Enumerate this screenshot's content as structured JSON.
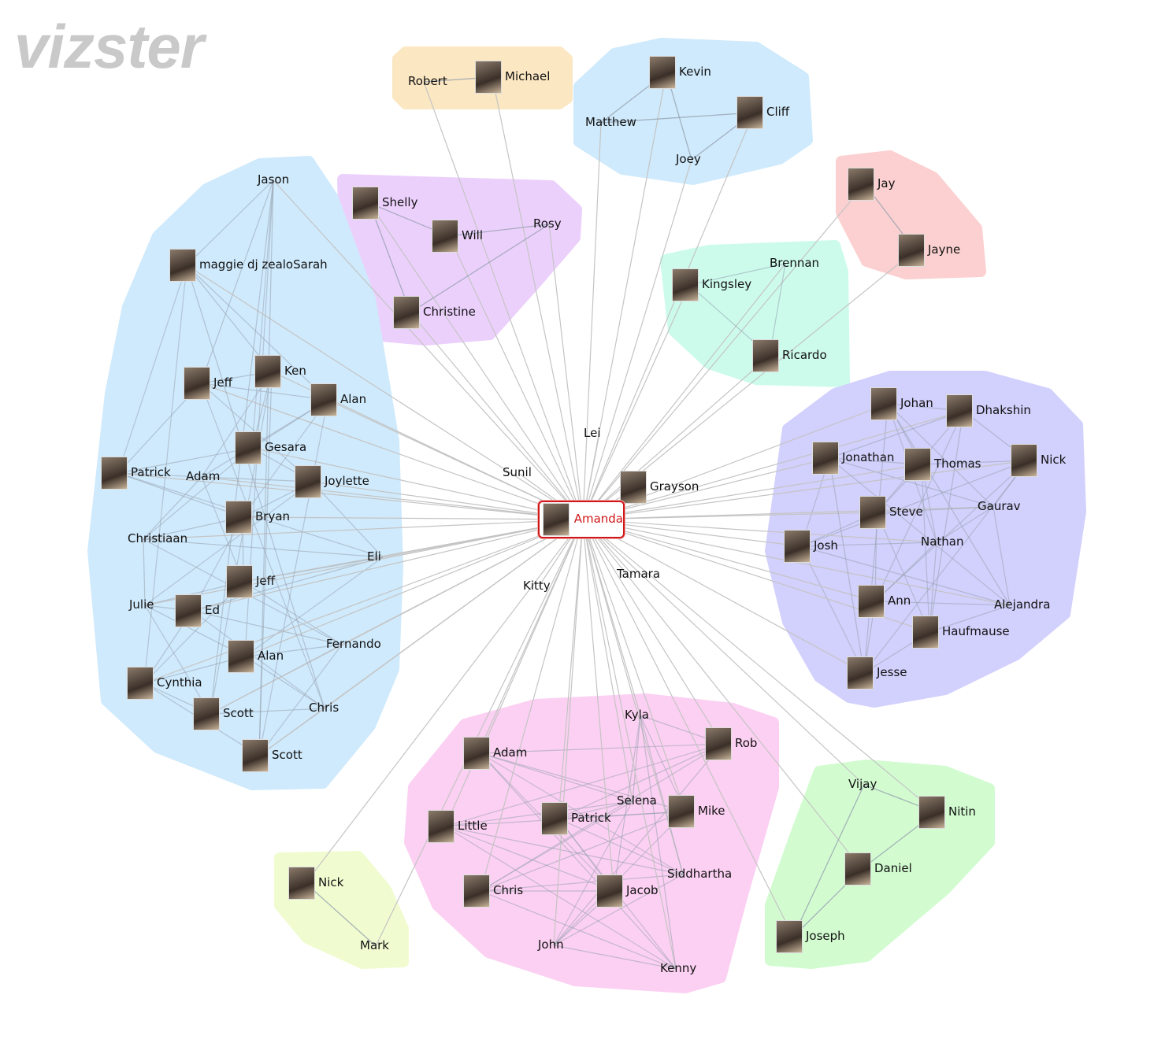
{
  "logo": "vizster",
  "center": {
    "name": "Amanda",
    "photo": true,
    "highlight_color": "#d01818"
  },
  "clusters": [
    {
      "id": "orange",
      "color": "#fbe7c2",
      "members": [
        {
          "name": "Robert",
          "photo": false
        },
        {
          "name": "Michael",
          "photo": true
        }
      ]
    },
    {
      "id": "blue-top",
      "color": "#cfeafc",
      "members": [
        {
          "name": "Kevin",
          "photo": true
        },
        {
          "name": "Matthew",
          "photo": false
        },
        {
          "name": "Cliff",
          "photo": true
        },
        {
          "name": "Joey",
          "photo": false
        }
      ]
    },
    {
      "id": "purple-top",
      "color": "#ecd0fc",
      "members": [
        {
          "name": "Shelly",
          "photo": true
        },
        {
          "name": "Will",
          "photo": true
        },
        {
          "name": "Rosy",
          "photo": false
        },
        {
          "name": "Christine",
          "photo": true
        }
      ]
    },
    {
      "id": "red",
      "color": "#fcd0d0",
      "members": [
        {
          "name": "Jay",
          "photo": true
        },
        {
          "name": "Jayne",
          "photo": true
        }
      ]
    },
    {
      "id": "teal",
      "color": "#ccfbec",
      "members": [
        {
          "name": "Brennan",
          "photo": false
        },
        {
          "name": "Kingsley",
          "photo": true
        },
        {
          "name": "Ricardo",
          "photo": true
        }
      ]
    },
    {
      "id": "blue-left",
      "color": "#cfeafc",
      "members": [
        {
          "name": "Jason",
          "photo": false
        },
        {
          "name": "maggie dj zealoSarah",
          "photo": true
        },
        {
          "name": "Ken",
          "photo": true
        },
        {
          "name": "Jeff",
          "photo": true
        },
        {
          "name": "Alan",
          "photo": true
        },
        {
          "name": "Gesara",
          "photo": true
        },
        {
          "name": "Patrick",
          "photo": true
        },
        {
          "name": "Adam",
          "photo": false
        },
        {
          "name": "Joylette",
          "photo": true
        },
        {
          "name": "Bryan",
          "photo": true
        },
        {
          "name": "Christiaan",
          "photo": false
        },
        {
          "name": "Eli",
          "photo": false
        },
        {
          "name": "Jeff",
          "photo": true
        },
        {
          "name": "Julie",
          "photo": false
        },
        {
          "name": "Ed",
          "photo": true
        },
        {
          "name": "Fernando",
          "photo": false
        },
        {
          "name": "Alan",
          "photo": true
        },
        {
          "name": "Cynthia",
          "photo": true
        },
        {
          "name": "Scott",
          "photo": true
        },
        {
          "name": "Chris",
          "photo": false
        },
        {
          "name": "Scott",
          "photo": true
        }
      ]
    },
    {
      "id": "violet-right",
      "color": "#d2d0fc",
      "members": [
        {
          "name": "Johan",
          "photo": true
        },
        {
          "name": "Dhakshin",
          "photo": true
        },
        {
          "name": "Jonathan",
          "photo": true
        },
        {
          "name": "Thomas",
          "photo": true
        },
        {
          "name": "Nick",
          "photo": true
        },
        {
          "name": "Gaurav",
          "photo": false
        },
        {
          "name": "Steve",
          "photo": true
        },
        {
          "name": "Josh",
          "photo": true
        },
        {
          "name": "Nathan",
          "photo": false
        },
        {
          "name": "Ann",
          "photo": true
        },
        {
          "name": "Alejandra",
          "photo": false
        },
        {
          "name": "Haufmause",
          "photo": true
        },
        {
          "name": "Jesse",
          "photo": true
        }
      ]
    },
    {
      "id": "pink",
      "color": "#fcd0f2",
      "members": [
        {
          "name": "Kyla",
          "photo": false
        },
        {
          "name": "Rob",
          "photo": true
        },
        {
          "name": "Adam",
          "photo": true
        },
        {
          "name": "Selena",
          "photo": false
        },
        {
          "name": "Patrick",
          "photo": true
        },
        {
          "name": "Mike",
          "photo": true
        },
        {
          "name": "Little",
          "photo": true
        },
        {
          "name": "Siddhartha",
          "photo": false
        },
        {
          "name": "Chris",
          "photo": true
        },
        {
          "name": "Jacob",
          "photo": true
        },
        {
          "name": "John",
          "photo": false
        },
        {
          "name": "Kenny",
          "photo": false
        }
      ]
    },
    {
      "id": "yellow",
      "color": "#f0fcd0",
      "members": [
        {
          "name": "Nick",
          "photo": true
        },
        {
          "name": "Mark",
          "photo": false
        }
      ]
    },
    {
      "id": "green",
      "color": "#d2fcd0",
      "members": [
        {
          "name": "Vijay",
          "photo": false
        },
        {
          "name": "Nitin",
          "photo": true
        },
        {
          "name": "Daniel",
          "photo": true
        },
        {
          "name": "Joseph",
          "photo": true
        }
      ]
    }
  ],
  "unclustered": [
    {
      "name": "Lei",
      "photo": false
    },
    {
      "name": "Sunil",
      "photo": false
    },
    {
      "name": "Grayson",
      "photo": true
    },
    {
      "name": "Kitty",
      "photo": false
    },
    {
      "name": "Tamara",
      "photo": false
    }
  ]
}
